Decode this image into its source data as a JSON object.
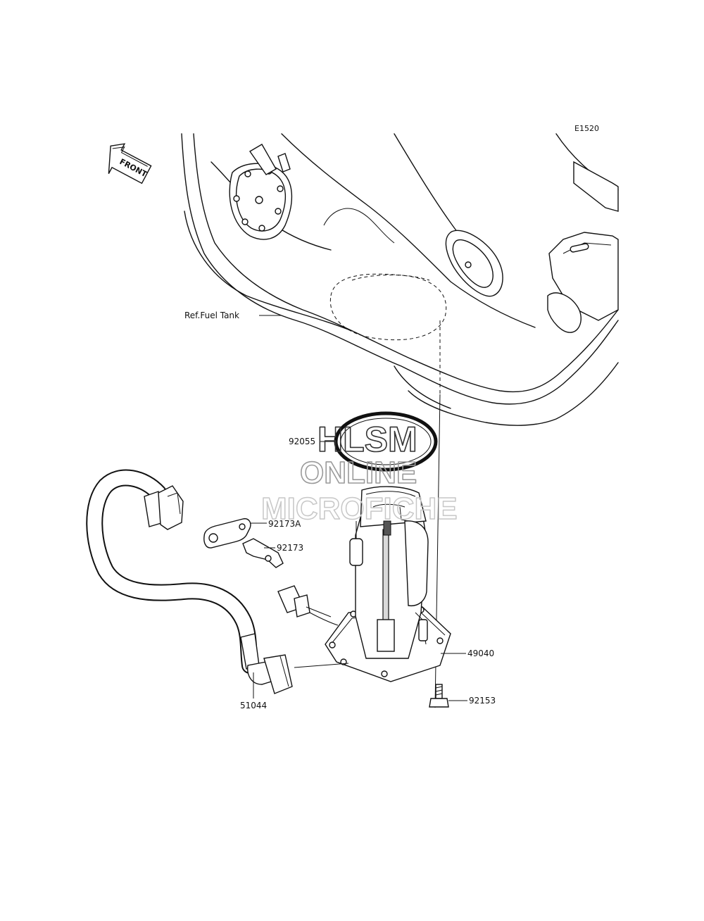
{
  "diagram": {
    "code": "E1520",
    "front_label": "FRONT",
    "reference_label": "Ref.Fuel Tank",
    "parts": {
      "p92055": "92055",
      "p92173A": "92173A",
      "p92173": "92173",
      "p49040": "49040",
      "p92153": "92153",
      "p51044": "51044"
    }
  },
  "watermark": {
    "line1": "HLSM",
    "line2": "ONLINE",
    "line3": "MICROFICHE"
  }
}
